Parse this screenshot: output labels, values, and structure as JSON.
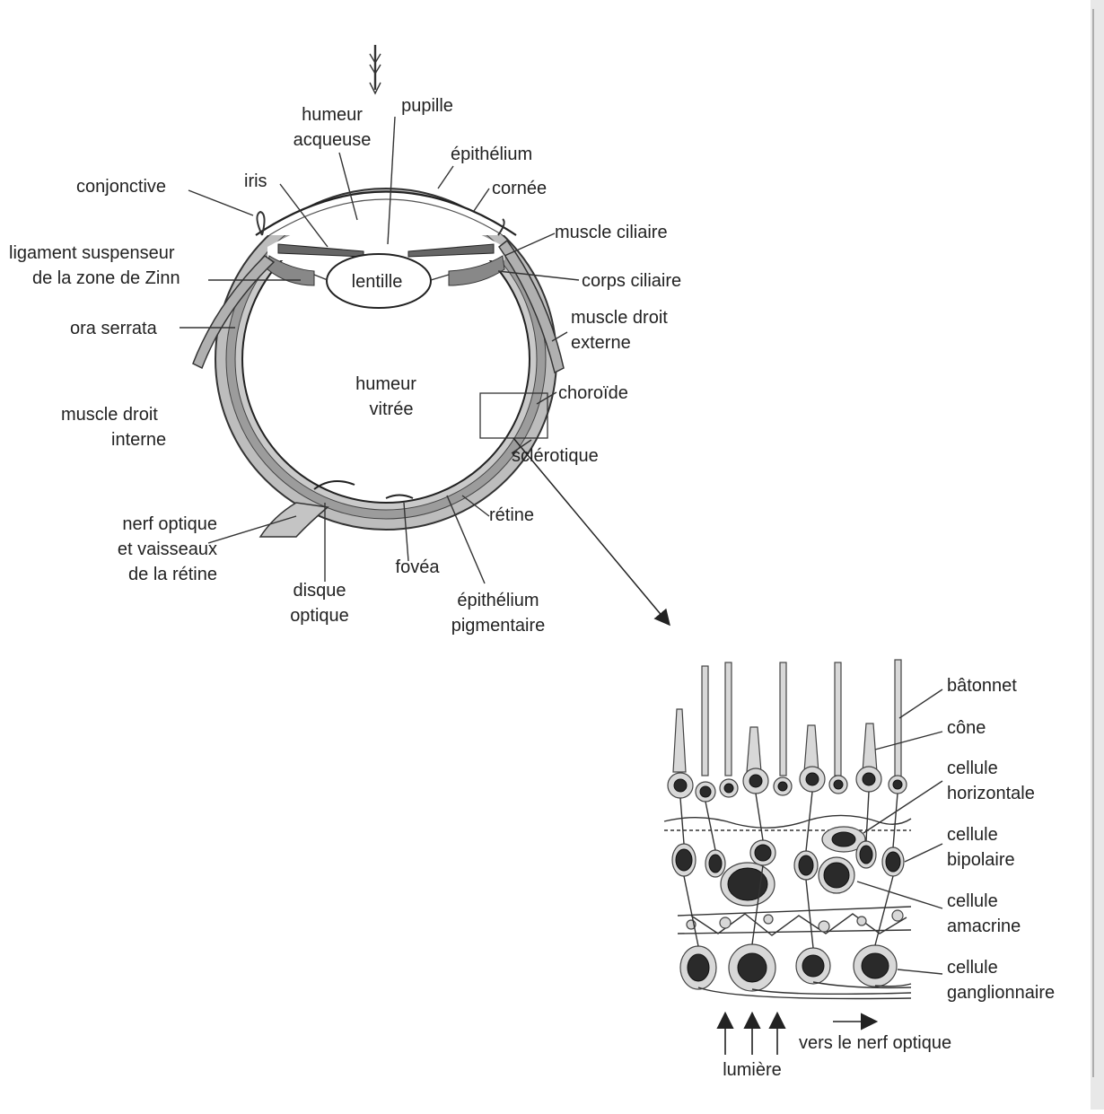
{
  "eye_labels": {
    "pupille": "pupille",
    "humeur_acqueuse_1": "humeur",
    "humeur_acqueuse_2": "acqueuse",
    "epithelium": "épithélium",
    "cornee": "cornée",
    "conjonctive": "conjonctive",
    "iris": "iris",
    "ligament_1": "ligament suspenseur",
    "ligament_2": "de la zone de Zinn",
    "lentille": "lentille",
    "muscle_ciliaire": "muscle ciliaire",
    "corps_ciliaire": "corps ciliaire",
    "ora_serrata": "ora serrata",
    "muscle_droit_externe_1": "muscle droit",
    "muscle_droit_externe_2": "externe",
    "humeur_vitree_1": "humeur",
    "humeur_vitree_2": "vitrée",
    "choroide": "choroïde",
    "muscle_droit_interne_1": "muscle droit",
    "muscle_droit_interne_2": "interne",
    "sclerotique": "sclérotique",
    "retine": "rétine",
    "nerf_1": "nerf optique",
    "nerf_2": "et vaisseaux",
    "nerf_3": "de la rétine",
    "fovea": "fovéa",
    "disque_1": "disque",
    "disque_2": "optique",
    "epithelium_pig_1": "épithélium",
    "epithelium_pig_2": "pigmentaire"
  },
  "retina_labels": {
    "batonnet": "bâtonnet",
    "cone": "cône",
    "horizontale_1": "cellule",
    "horizontale_2": "horizontale",
    "bipolaire_1": "cellule",
    "bipolaire_2": "bipolaire",
    "amacrine_1": "cellule",
    "amacrine_2": "amacrine",
    "ganglionnaire_1": "cellule",
    "ganglionnaire_2": "ganglionnaire",
    "vers_nerf": "vers le nerf optique",
    "lumiere": "lumière"
  }
}
